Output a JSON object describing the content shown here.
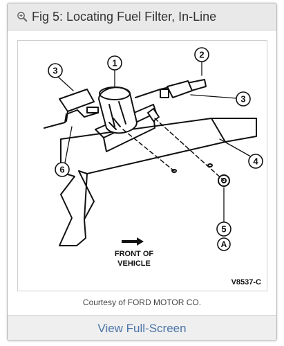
{
  "header": {
    "title": "Fig 5: Locating Fuel Filter, In-Line",
    "icon": "zoom-in-icon"
  },
  "figure": {
    "callouts": [
      "1",
      "2",
      "3",
      "3",
      "4",
      "5",
      "6"
    ],
    "callout_letter": "A",
    "direction_label_line1": "FRONT OF",
    "direction_label_line2": "VEHICLE",
    "code": "V8537-C"
  },
  "caption": "Courtesy of FORD MOTOR CO.",
  "footer": {
    "link_label": "View Full-Screen",
    "link_color": "#4a74a8"
  }
}
